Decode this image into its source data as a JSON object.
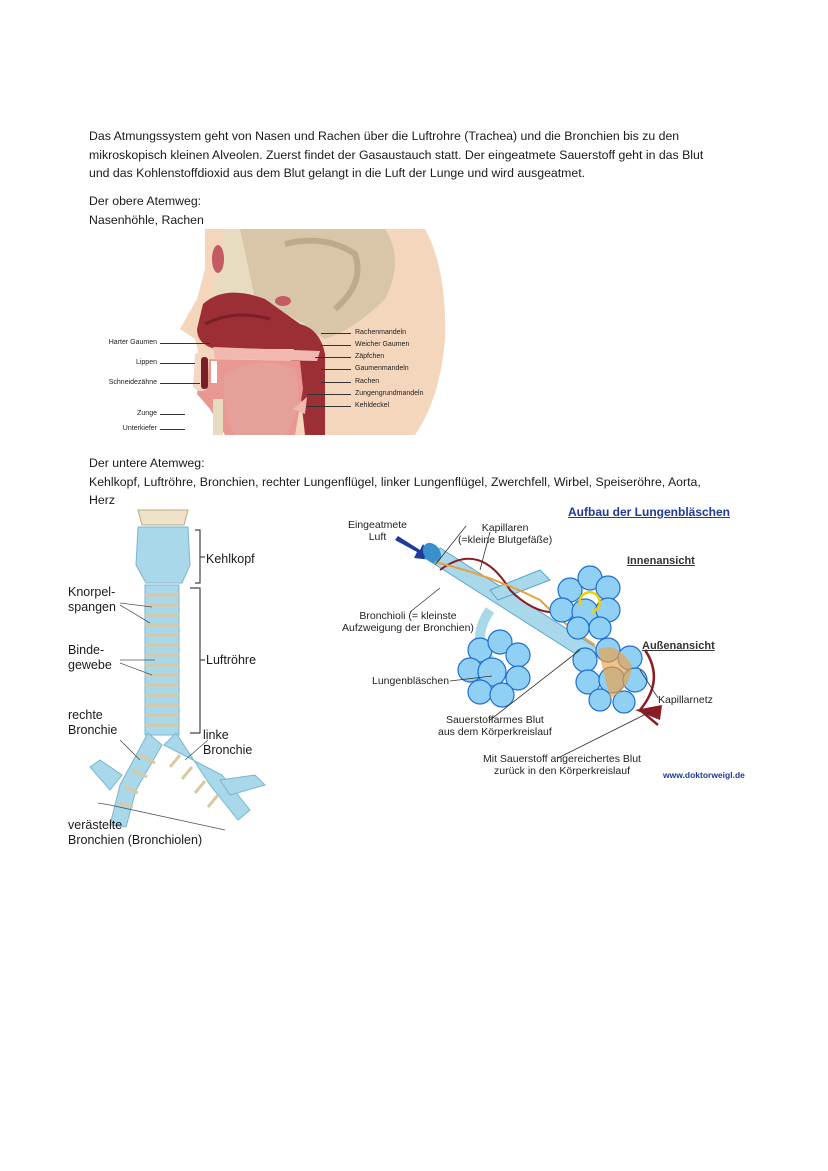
{
  "intro": {
    "line1": "Das Atmungssystem geht von Nasen und Rachen über die Luftrohre (Trachea) und die Bronchien bis zu den",
    "line2": "mikroskopisch kleinen Alveolen. Zuerst findet der Gasaustauch statt. Der eingeatmete Sauerstoff geht in das Blut",
    "line3": "und das Kohlenstoffdioxid aus dem Blut gelangt in die Luft der Lunge und wird ausgeatmet."
  },
  "upper_airway": {
    "heading": "Der obere Atemweg:",
    "parts": "Nasenhöhle, Rachen",
    "figure": {
      "left_labels": [
        "Harter Gaumen",
        "Lippen",
        "Schneidezähne",
        "Zunge",
        "Unterkiefer"
      ],
      "right_labels": [
        "Rachenmandeln",
        "Weicher Gaumen",
        "Zäpfchen",
        "Gaumenmandeln",
        "Rachen",
        "Zungengrundmandeln",
        "Kehldeckel"
      ]
    }
  },
  "lower_airway": {
    "heading": "Der untere Atemweg:",
    "parts_line1": "Kehlkopf, Luftröhre, Bronchien, rechter Lungenflügel, linker Lungenflügel, Zwerchfell, Wirbel, Speiseröhre, Aorta,",
    "parts_line2": "Herz",
    "trachea_figure": {
      "kehlkopf": "Kehlkopf",
      "knorpel1": "Knorpel-",
      "knorpel2": "spangen",
      "binde1": "Binde-",
      "binde2": "gewebe",
      "luftroehre": "Luftröhre",
      "rechte1": "rechte",
      "rechte2": "Bronchie",
      "linke1": "linke",
      "linke2": "Bronchie",
      "verastelt1": "verästelte",
      "verastelt2": "Bronchien (Bronchiolen)"
    },
    "alveoli_figure": {
      "title": "Aufbau der Lungenbläschen",
      "eingeatmete1": "Eingeatmete",
      "eingeatmete2": "Luft",
      "kapillaren1": "Kapillaren",
      "kapillaren2": "(=kleine Blutgefäße)",
      "innenansicht": "Innenansicht",
      "bronchioli1": "Bronchioli (= kleinste",
      "bronchioli2": "Aufzweigung der Bronchien)",
      "aussenansicht": "Außenansicht",
      "lungenblaeschen": "Lungenbläschen",
      "kapillarnetz": "Kapillarnetz",
      "sauerstoffarm1": "Sauerstoffarmes Blut",
      "sauerstoffarm2": "aus dem Körperkreislauf",
      "angereichert1": "Mit Sauerstoff angereichertes Blut",
      "angereichert2": "zurück in den Körperkreislauf",
      "source": "www.doktorweigl.de"
    }
  },
  "colors": {
    "title_blue": "#1f3a9a",
    "skin": "#f3d6bc",
    "tissue_red": "#9c2e36",
    "airway_blue": "#8fd0e8",
    "alveoli_blue": "#3f8fe0"
  }
}
